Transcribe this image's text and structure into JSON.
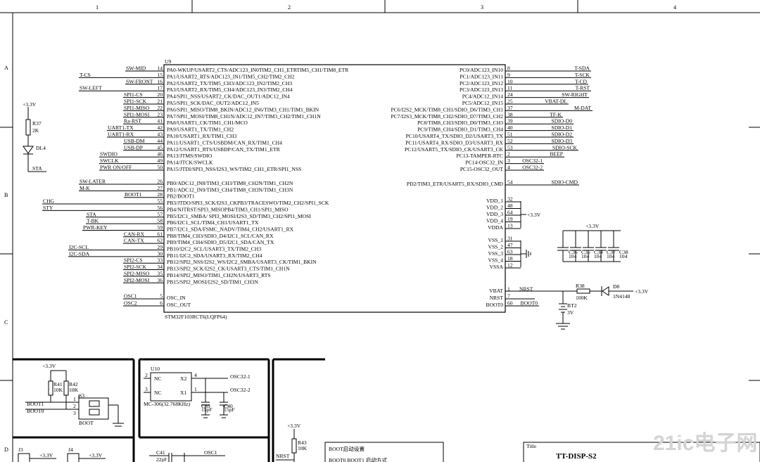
{
  "frame": {
    "cols": [
      "1",
      "2",
      "3",
      "4"
    ],
    "rows": [
      "A",
      "B",
      "C",
      "D"
    ]
  },
  "mcu": {
    "ref": "U9",
    "part": "STM32F103RCT6(LQFP64)",
    "left_pins": [
      {
        "num": "14",
        "name": "PA0-WKUP/USART2_CTS/ADC123_IN0TIM2_CH1_ETRTIM5_CH1/TIM8_ETR",
        "net": "SW-MID"
      },
      {
        "num": "15",
        "name": "PA1/USART2_RTS/ADC123_IN1/TIM5_CH2/TIM2_CH2",
        "net": "T-CS"
      },
      {
        "num": "16",
        "name": "PA2/USART2_TX/TIM5_CH3/ADC123_IN2/TIM2_CH3",
        "net": "SW-FRONT"
      },
      {
        "num": "17",
        "name": "PA3/USART2_RX/TIM5_CH4/ADC123_IN3/TIM2_CH4",
        "net": "SW-LEFT"
      },
      {
        "num": "20",
        "name": "PA4/SPI1_NSS/USART2_CK/DAC_OUT1/ADC12_IN4",
        "net": "SPI1-CS"
      },
      {
        "num": "21",
        "name": "PA5/SPI1_SCK/DAC_OUT2/ADC12_IN5",
        "net": "SPI1-SCK"
      },
      {
        "num": "22",
        "name": "PA6/SPI1_MISO/TIM8_BKIN/ADC12_IN6/TIM3_CH1/TIM1_BKIN",
        "net": "SPI1-MISO"
      },
      {
        "num": "23",
        "name": "PA7/SPI1_MOSI/TIM8_CH1N/ADC12_IN7/TIM3_CH2/TIM1_CH1N",
        "net": "SPI1-MOSI"
      },
      {
        "num": "41",
        "name": "PA8/USART1_CK/TIM1_CH1/MCO",
        "net": "Ra-RST"
      },
      {
        "num": "42",
        "name": "PA9/USART1_TX/TIM1_CH2",
        "net": "UART1-TX"
      },
      {
        "num": "43",
        "name": "PA10/USART1_RX/TIM1_CH3",
        "net": "UART1-RX"
      },
      {
        "num": "44",
        "name": "PA11/USART1_CTS/USBDM/CAN_RX/TIM1_CH4",
        "net": "USB-DM"
      },
      {
        "num": "45",
        "name": "PA12/USART1_RTS/USBDP/CAN_TX/TIM1_ETR",
        "net": "USB-DP"
      },
      {
        "num": "46",
        "name": "PA13/JTMS/SWDIO",
        "net": "SWDIO"
      },
      {
        "num": "49",
        "name": "PA14/JTCK/SWCLK",
        "net": "SWCLK"
      },
      {
        "num": "50",
        "name": "PA15/JTDI/SPI3_NSS/I2S3_WS/TIM2_CH1_ETR/SPI1_NSS",
        "net": "PWR ON/OFF"
      },
      {
        "num": "26",
        "name": "PB0/ADC12_IN8/TIM3_CH3/TIM8_CH2N/TIM1_CH2N",
        "net": "SW-LATER"
      },
      {
        "num": "27",
        "name": "PB1/ADC12_IN9/TIM3_CH4/TIM8_CH3N/TIM1_CH3N",
        "net": "M-K"
      },
      {
        "num": "28",
        "name": "PB2/BOOT1",
        "net": "BOOT1"
      },
      {
        "num": "55",
        "name": "PB3/JTDO/SPI3_SCK/I2S3_CKPB3/TRACESWO/TIM2_CH2/SPI1_SCK",
        "net": "CHG"
      },
      {
        "num": "56",
        "name": "PB4/NJTRST/SPI3_MISOPB4/TIM3_CH1/SPI1_MISO",
        "net": "STY"
      },
      {
        "num": "57",
        "name": "PB5/I2C1_SMBA/ SPI3_MOSI/I2S3_SD/TIM3_CH2/SPI1_MOSI",
        "net": "STA"
      },
      {
        "num": "58",
        "name": "PB6/I2C1_SCL/TIM4_CH1/USART1_TX",
        "net": "T-BK"
      },
      {
        "num": "59",
        "name": "PB7/I2C1_SDA/FSMC_NADV/TIM4_CH2/USART1_RX",
        "net": "PWR-KEY"
      },
      {
        "num": "61",
        "name": "PB8/TIM4_CH3/SDIO_D4/I2C1_SCL/CAN_RX",
        "net": "CAN-RX"
      },
      {
        "num": "62",
        "name": "PB9/TIM4_CH4/SDIO_D5/I2C1_SDA/CAN_TX",
        "net": "CAN-TX"
      },
      {
        "num": "29",
        "name": "PB10/I2C2_SCL/USART3_TX/TIM2_CH3",
        "net": "I2C-SCL"
      },
      {
        "num": "30",
        "name": "PB11/I2C2_SDA/USART3_RX/TIM2_CH4",
        "net": "I2C-SDA"
      },
      {
        "num": "33",
        "name": "PB12/SPI2_NSS/I2S2_WS/I2C2_SMBA/USART3_CK/TIM1_BKIN",
        "net": "SPI2-CS"
      },
      {
        "num": "34",
        "name": "PB13/SPI2_SCK/I2S2_CK/USART3_CTS/TIM1_CH1N",
        "net": "SPI2-SCK"
      },
      {
        "num": "35",
        "name": "PB14/SPI2_MISO/TIM1_CH2N/USART3_RTS",
        "net": "SPI2-MISO"
      },
      {
        "num": "36",
        "name": "PB15/SPI2_MOSI/I2S2_SD/TIM1_CH3N",
        "net": "SPI2-MOSI"
      },
      {
        "num": "5",
        "name": "OSC_IN",
        "net": "OSC1"
      },
      {
        "num": "6",
        "name": "OSC_OUT",
        "net": "OSC2"
      }
    ],
    "right_pins": [
      {
        "num": "8",
        "name": "PC0/ADC123_IN10",
        "net": "T-SDA"
      },
      {
        "num": "9",
        "name": "PC1/ADC123_IN11",
        "net": "T-SCK"
      },
      {
        "num": "10",
        "name": "PC2/ADC123_IN12",
        "net": "T-CD"
      },
      {
        "num": "11",
        "name": "PC3/ADC123_IN13",
        "net": "T-RST"
      },
      {
        "num": "24",
        "name": "PC4/ADC12_IN14",
        "net": "SW-RIGHT"
      },
      {
        "num": "25",
        "name": "PC5/ADC12_IN15",
        "net": "VBAT-DL"
      },
      {
        "num": "37",
        "name": "PC6/I2S2_MCK/TIM8_CH1/SDIO_D6/TIM3_CH1",
        "net": "M-DAT"
      },
      {
        "num": "38",
        "name": "PC7/I2S3_MCK/TIM8_CH2/SDIO_D7/TIM3_CH2",
        "net": "TF-K"
      },
      {
        "num": "39",
        "name": "PC8/TIM8_CH3/SDIO_D0/TIM3_CH3",
        "net": "SDIO-D0"
      },
      {
        "num": "40",
        "name": "PC9/TIM8_CH4/SDIO_D1/TIM3_CH4",
        "net": "SDIO-D1"
      },
      {
        "num": "51",
        "name": "PC10/USART4_TX/SDIO_D2/USART3_TX",
        "net": "SDIO-D2"
      },
      {
        "num": "52",
        "name": "PC11/USART4_RX/SDIO_D3/USART3_RX",
        "net": "SDIO-D3"
      },
      {
        "num": "53",
        "name": "PC12/USART5_TX/SDIO_CK/USART3_CK",
        "net": "SDIO-SCK"
      },
      {
        "num": "2",
        "name": "PC13-TAMPER-RTC",
        "net": "BEEP"
      },
      {
        "num": "3",
        "name": "PC14-OSC32_IN",
        "net": "OSC32-1"
      },
      {
        "num": "4",
        "name": "PC15-OSC32_OUT",
        "net": "OSC32-2"
      },
      {
        "num": "54",
        "name": "PD2/TIM3_ETR/USART5_RX/SDIO_CMD",
        "net": "SDIO-CMD"
      },
      {
        "num": "32",
        "name": "VDD_1",
        "net": ""
      },
      {
        "num": "48",
        "name": "VDD_2",
        "net": ""
      },
      {
        "num": "64",
        "name": "VDD_3",
        "net": ""
      },
      {
        "num": "19",
        "name": "VDD_4",
        "net": ""
      },
      {
        "num": "13",
        "name": "VDDA",
        "net": ""
      },
      {
        "num": "31",
        "name": "VSS_1",
        "net": ""
      },
      {
        "num": "47",
        "name": "VSS_2",
        "net": ""
      },
      {
        "num": "63",
        "name": "VSS_3",
        "net": ""
      },
      {
        "num": "18",
        "name": "VSS_4",
        "net": ""
      },
      {
        "num": "12",
        "name": "VSSA",
        "net": ""
      },
      {
        "num": "1",
        "name": "VBAT",
        "net": "NRST"
      },
      {
        "num": "7",
        "name": "NRST",
        "net": ""
      },
      {
        "num": "60",
        "name": "BOOT0",
        "net": "BOOT0"
      }
    ]
  },
  "labels": {
    "v33": "+3.3V",
    "vdd_supply": "+3.3V",
    "led_r": "R37",
    "led_r_val": "2K",
    "led_d": "DL4",
    "led_net": "STA",
    "caps_supply": "+3.3V",
    "caps": [
      {
        "ref": "C36",
        "val": "104"
      },
      {
        "ref": "C35",
        "val": "104"
      },
      {
        "ref": "C34",
        "val": "104"
      },
      {
        "ref": "C37",
        "val": "104"
      },
      {
        "ref": "C38",
        "val": "104"
      }
    ],
    "vbat_r": "R38",
    "vbat_r_val": "100K",
    "vbat_d": "D8",
    "vbat_d_val": "1N4148",
    "vbat_supply": "+3.3V",
    "battery": "BT2",
    "battery_val": "3V",
    "boot_supply": "+3.3V",
    "boot_r1": "R41",
    "boot_r1_val": "10K",
    "boot_r2": "R42",
    "boot_r2_val": "10K",
    "boot_net0": "BOOT1",
    "boot_net1": "BOOT0",
    "boot_sw": "S3",
    "boot_sw_val": "BOOT",
    "xtal_ref": "U10",
    "xtal_part": "MC-306(32.768KHz)",
    "xtal_nc": "NC",
    "xtal_x2": "X2",
    "xtal_x1": "X1",
    "xtal_out1": "OSC32-1",
    "xtal_out2": "OSC32-2",
    "xtal_c1": "C39",
    "xtal_c1_val": "15pF",
    "xtal_c2": "C40",
    "xtal_c2_val": "15pF",
    "rst_supply": "+3.3V",
    "rst_r": "R43",
    "rst_r_val": "10K",
    "rst_net": "NRST",
    "j3": "J3",
    "j4": "J4",
    "j_supply": "+3.3V",
    "c41": "C41",
    "c41_val": "22pF",
    "osc1": "OSC1",
    "boot_table_title": "BOOT启动设置",
    "boot_table_row": "BOOT0     BOOT1     启动方式",
    "title_label": "Title",
    "title_value": "TT-DISP-S2",
    "watermark": "21ic电子网"
  }
}
